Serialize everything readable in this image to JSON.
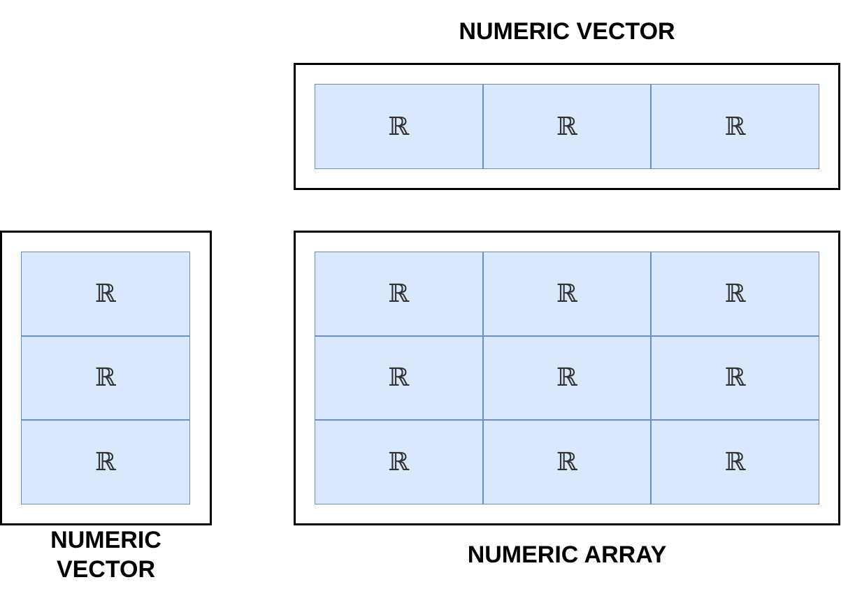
{
  "top_vector": {
    "label": "NUMERIC VECTOR",
    "cells": [
      "ℝ",
      "ℝ",
      "ℝ"
    ]
  },
  "column_vector": {
    "label_line1": "NUMERIC",
    "label_line2": "VECTOR",
    "cells": [
      "ℝ",
      "ℝ",
      "ℝ"
    ]
  },
  "array": {
    "label": "NUMERIC ARRAY",
    "rows": [
      [
        "ℝ",
        "ℝ",
        "ℝ"
      ],
      [
        "ℝ",
        "ℝ",
        "ℝ"
      ],
      [
        "ℝ",
        "ℝ",
        "ℝ"
      ]
    ]
  },
  "colors": {
    "cell_fill": "#dae8fc",
    "cell_stroke": "#6c8ebf",
    "frame_stroke": "#000000"
  }
}
